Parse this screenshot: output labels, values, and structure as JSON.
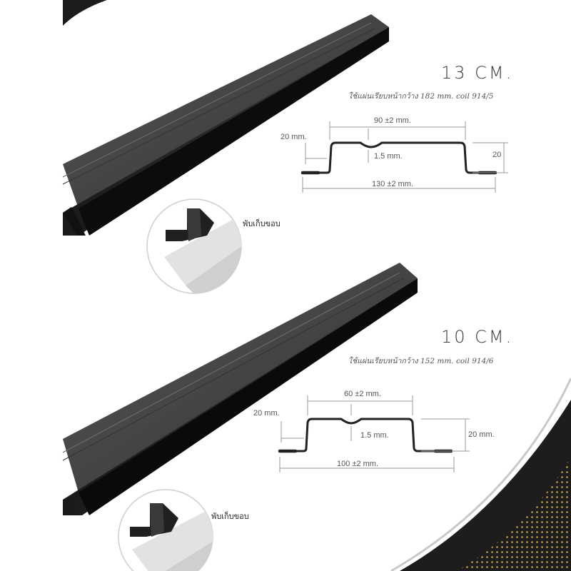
{
  "products": [
    {
      "size_title": "13 CM.",
      "spec_note": "ใช้แผ่นเรียบหน้ากว้าง 182 mm. coil 914/5",
      "dims": {
        "top_width": "90 ±2 mm.",
        "flange": "20 mm.",
        "thickness": "1.5 mm.",
        "height": "20",
        "total_width": "130 ±2 mm."
      },
      "fold_label": "พับเก็บขอบ"
    },
    {
      "size_title": "10 CM.",
      "spec_note": "ใช้แผ่นเรียบหน้ากว้าง 152 mm. coil 914/6",
      "dims": {
        "top_width": "60 ±2 mm.",
        "flange": "20 mm.",
        "thickness": "1.5 mm.",
        "height": "20 mm.",
        "total_width": "100 ±2 mm."
      },
      "fold_label": "พับเก็บขอบ"
    }
  ],
  "colors": {
    "steel_dark": "#2a2a2a",
    "steel_face": "#4a4a4a",
    "steel_shadow": "#0a0a0a",
    "dim_line": "#9a9a9a",
    "border_dark": "#1a1a1a"
  }
}
